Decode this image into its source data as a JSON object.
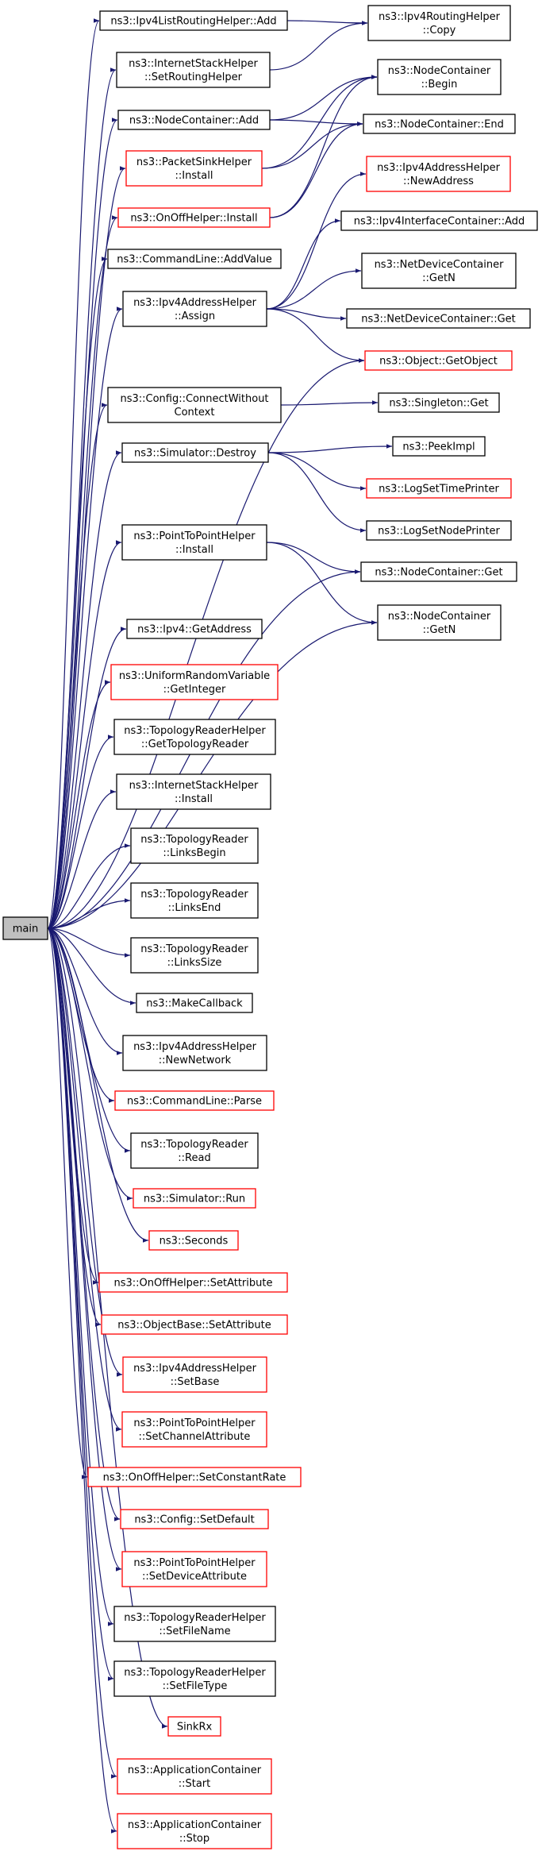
{
  "graph": {
    "root": "main",
    "colors": {
      "edge": "#191970",
      "normal_border": "#000000",
      "truncated_border": "#ff0000",
      "root_fill": "#bfbfbf"
    },
    "nodes": [
      {
        "id": "main",
        "lines": [
          "main"
        ]
      },
      {
        "id": "ipv4listrouting_add",
        "lines": [
          "ns3::Ipv4ListRoutingHelper::Add"
        ]
      },
      {
        "id": "internetstack_setrouting",
        "lines": [
          "ns3::InternetStackHelper",
          "::SetRoutingHelper"
        ]
      },
      {
        "id": "nodecontainer_add",
        "lines": [
          "ns3::NodeContainer::Add"
        ]
      },
      {
        "id": "packetsink_install",
        "lines": [
          "ns3::PacketSinkHelper",
          "::Install"
        ],
        "truncated": true
      },
      {
        "id": "onoff_install",
        "lines": [
          "ns3::OnOffHelper::Install"
        ],
        "truncated": true
      },
      {
        "id": "commandline_addvalue",
        "lines": [
          "ns3::CommandLine::AddValue"
        ]
      },
      {
        "id": "ipv4address_assign",
        "lines": [
          "ns3::Ipv4AddressHelper",
          "::Assign"
        ]
      },
      {
        "id": "config_connectwithoutcontext",
        "lines": [
          "ns3::Config::ConnectWithout",
          "Context"
        ]
      },
      {
        "id": "simulator_destroy",
        "lines": [
          "ns3::Simulator::Destroy"
        ]
      },
      {
        "id": "p2p_install",
        "lines": [
          "ns3::PointToPointHelper",
          "::Install"
        ]
      },
      {
        "id": "ipv4_getaddress",
        "lines": [
          "ns3::Ipv4::GetAddress"
        ]
      },
      {
        "id": "uniformrandom_getinteger",
        "lines": [
          "ns3::UniformRandomVariable",
          "::GetInteger"
        ],
        "truncated": true
      },
      {
        "id": "topohelper_gettopologyreader",
        "lines": [
          "ns3::TopologyReaderHelper",
          "::GetTopologyReader"
        ]
      },
      {
        "id": "internetstack_install",
        "lines": [
          "ns3::InternetStackHelper",
          "::Install"
        ]
      },
      {
        "id": "topo_linksbegin",
        "lines": [
          "ns3::TopologyReader",
          "::LinksBegin"
        ]
      },
      {
        "id": "topo_linksend",
        "lines": [
          "ns3::TopologyReader",
          "::LinksEnd"
        ]
      },
      {
        "id": "topo_linkssize",
        "lines": [
          "ns3::TopologyReader",
          "::LinksSize"
        ]
      },
      {
        "id": "makecallback",
        "lines": [
          "ns3::MakeCallback"
        ]
      },
      {
        "id": "ipv4address_newnetwork",
        "lines": [
          "ns3::Ipv4AddressHelper",
          "::NewNetwork"
        ]
      },
      {
        "id": "commandline_parse",
        "lines": [
          "ns3::CommandLine::Parse"
        ],
        "truncated": true
      },
      {
        "id": "topo_read",
        "lines": [
          "ns3::TopologyReader",
          "::Read"
        ]
      },
      {
        "id": "simulator_run",
        "lines": [
          "ns3::Simulator::Run"
        ],
        "truncated": true
      },
      {
        "id": "seconds",
        "lines": [
          "ns3::Seconds"
        ],
        "truncated": true
      },
      {
        "id": "onoff_setattribute",
        "lines": [
          "ns3::OnOffHelper::SetAttribute"
        ],
        "truncated": true
      },
      {
        "id": "objectbase_setattribute",
        "lines": [
          "ns3::ObjectBase::SetAttribute"
        ],
        "truncated": true
      },
      {
        "id": "ipv4address_setbase",
        "lines": [
          "ns3::Ipv4AddressHelper",
          "::SetBase"
        ],
        "truncated": true
      },
      {
        "id": "p2p_setchannelattribute",
        "lines": [
          "ns3::PointToPointHelper",
          "::SetChannelAttribute"
        ],
        "truncated": true
      },
      {
        "id": "onoff_setconstantrate",
        "lines": [
          "ns3::OnOffHelper::SetConstantRate"
        ],
        "truncated": true
      },
      {
        "id": "config_setdefault",
        "lines": [
          "ns3::Config::SetDefault"
        ],
        "truncated": true
      },
      {
        "id": "p2p_setdeviceattribute",
        "lines": [
          "ns3::PointToPointHelper",
          "::SetDeviceAttribute"
        ],
        "truncated": true
      },
      {
        "id": "topohelper_setfilename",
        "lines": [
          "ns3::TopologyReaderHelper",
          "::SetFileName"
        ]
      },
      {
        "id": "topohelper_setfiletype",
        "lines": [
          "ns3::TopologyReaderHelper",
          "::SetFileType"
        ]
      },
      {
        "id": "sinkrx",
        "lines": [
          "SinkRx"
        ],
        "truncated": true
      },
      {
        "id": "appcontainer_start",
        "lines": [
          "ns3::ApplicationContainer",
          "::Start"
        ],
        "truncated": true
      },
      {
        "id": "appcontainer_stop",
        "lines": [
          "ns3::ApplicationContainer",
          "::Stop"
        ],
        "truncated": true
      },
      {
        "id": "ipv4routinghelper_copy",
        "lines": [
          "ns3::Ipv4RoutingHelper",
          "::Copy"
        ]
      },
      {
        "id": "nodecontainer_begin",
        "lines": [
          "ns3::NodeContainer",
          "::Begin"
        ]
      },
      {
        "id": "nodecontainer_end",
        "lines": [
          "ns3::NodeContainer::End"
        ]
      },
      {
        "id": "ipv4address_newaddress",
        "lines": [
          "ns3::Ipv4AddressHelper",
          "::NewAddress"
        ],
        "truncated": true
      },
      {
        "id": "ipv4ifc_add",
        "lines": [
          "ns3::Ipv4InterfaceContainer::Add"
        ]
      },
      {
        "id": "netdevcontainer_getn",
        "lines": [
          "ns3::NetDeviceContainer",
          "::GetN"
        ]
      },
      {
        "id": "netdevcontainer_get",
        "lines": [
          "ns3::NetDeviceContainer::Get"
        ]
      },
      {
        "id": "object_getobject",
        "lines": [
          "ns3::Object::GetObject"
        ],
        "truncated": true
      },
      {
        "id": "singleton_get",
        "lines": [
          "ns3::Singleton::Get"
        ]
      },
      {
        "id": "peekimpl",
        "lines": [
          "ns3::PeekImpl"
        ]
      },
      {
        "id": "logsettimeprinter",
        "lines": [
          "ns3::LogSetTimePrinter"
        ],
        "truncated": true
      },
      {
        "id": "logsetnodeprinter",
        "lines": [
          "ns3::LogSetNodePrinter"
        ]
      },
      {
        "id": "nodecontainer_get",
        "lines": [
          "ns3::NodeContainer::Get"
        ]
      },
      {
        "id": "nodecontainer_getn",
        "lines": [
          "ns3::NodeContainer",
          "::GetN"
        ]
      }
    ],
    "edges": [
      [
        "main",
        "ipv4listrouting_add"
      ],
      [
        "main",
        "internetstack_setrouting"
      ],
      [
        "main",
        "nodecontainer_add"
      ],
      [
        "main",
        "packetsink_install"
      ],
      [
        "main",
        "onoff_install"
      ],
      [
        "main",
        "commandline_addvalue"
      ],
      [
        "main",
        "ipv4address_assign"
      ],
      [
        "main",
        "object_getobject"
      ],
      [
        "main",
        "config_connectwithoutcontext"
      ],
      [
        "main",
        "simulator_destroy"
      ],
      [
        "main",
        "nodecontainer_get"
      ],
      [
        "main",
        "p2p_install"
      ],
      [
        "main",
        "nodecontainer_getn"
      ],
      [
        "main",
        "ipv4_getaddress"
      ],
      [
        "main",
        "uniformrandom_getinteger"
      ],
      [
        "main",
        "topohelper_gettopologyreader"
      ],
      [
        "main",
        "internetstack_install"
      ],
      [
        "main",
        "topo_linksbegin"
      ],
      [
        "main",
        "topo_linksend"
      ],
      [
        "main",
        "topo_linkssize"
      ],
      [
        "main",
        "makecallback"
      ],
      [
        "main",
        "ipv4address_newnetwork"
      ],
      [
        "main",
        "commandline_parse"
      ],
      [
        "main",
        "topo_read"
      ],
      [
        "main",
        "simulator_run"
      ],
      [
        "main",
        "seconds"
      ],
      [
        "main",
        "onoff_setattribute"
      ],
      [
        "main",
        "objectbase_setattribute"
      ],
      [
        "main",
        "ipv4address_setbase"
      ],
      [
        "main",
        "p2p_setchannelattribute"
      ],
      [
        "main",
        "onoff_setconstantrate"
      ],
      [
        "main",
        "config_setdefault"
      ],
      [
        "main",
        "p2p_setdeviceattribute"
      ],
      [
        "main",
        "topohelper_setfilename"
      ],
      [
        "main",
        "topohelper_setfiletype"
      ],
      [
        "main",
        "sinkrx"
      ],
      [
        "main",
        "appcontainer_start"
      ],
      [
        "main",
        "appcontainer_stop"
      ],
      [
        "ipv4listrouting_add",
        "ipv4routinghelper_copy"
      ],
      [
        "internetstack_setrouting",
        "ipv4routinghelper_copy"
      ],
      [
        "nodecontainer_add",
        "nodecontainer_begin"
      ],
      [
        "nodecontainer_add",
        "nodecontainer_end"
      ],
      [
        "packetsink_install",
        "nodecontainer_begin"
      ],
      [
        "packetsink_install",
        "nodecontainer_end"
      ],
      [
        "onoff_install",
        "nodecontainer_begin"
      ],
      [
        "onoff_install",
        "nodecontainer_end"
      ],
      [
        "ipv4address_assign",
        "ipv4address_newaddress"
      ],
      [
        "ipv4address_assign",
        "ipv4ifc_add"
      ],
      [
        "ipv4address_assign",
        "netdevcontainer_getn"
      ],
      [
        "ipv4address_assign",
        "netdevcontainer_get"
      ],
      [
        "ipv4address_assign",
        "object_getobject"
      ],
      [
        "config_connectwithoutcontext",
        "singleton_get"
      ],
      [
        "simulator_destroy",
        "peekimpl"
      ],
      [
        "simulator_destroy",
        "logsettimeprinter"
      ],
      [
        "simulator_destroy",
        "logsetnodeprinter"
      ],
      [
        "p2p_install",
        "nodecontainer_get"
      ],
      [
        "p2p_install",
        "nodecontainer_getn"
      ]
    ]
  }
}
